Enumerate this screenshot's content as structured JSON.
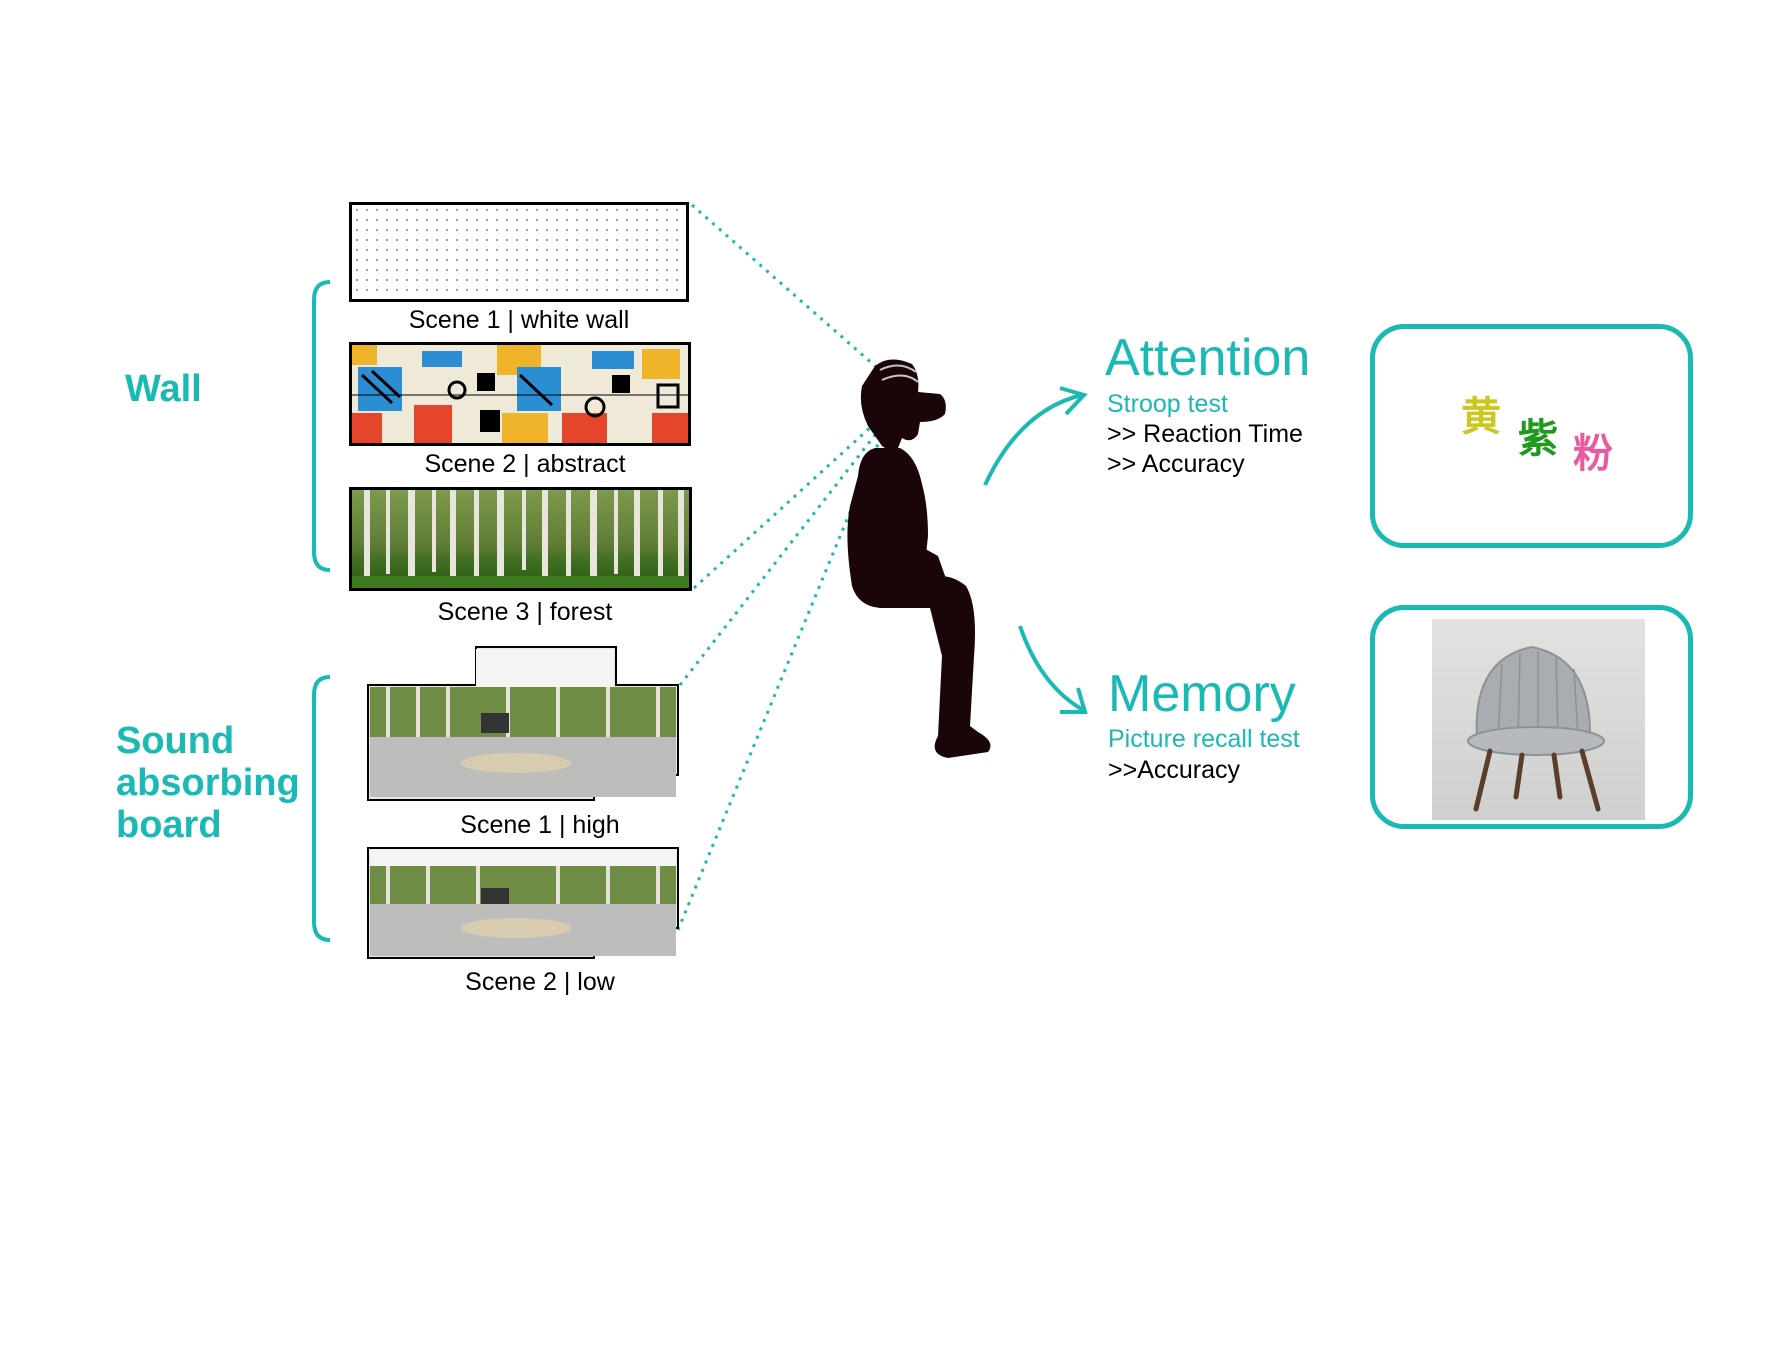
{
  "colors": {
    "accent": "#1ab9b3",
    "silhouette": "#1a0508"
  },
  "groups": {
    "wall": "Wall",
    "sound": "Sound absorbing board"
  },
  "wall_scenes": [
    {
      "caption": "Scene 1 | white wall"
    },
    {
      "caption": "Scene 2 | abstract"
    },
    {
      "caption": "Scene 3 | forest"
    }
  ],
  "board_scenes": [
    {
      "caption": "Scene 1 | high"
    },
    {
      "caption": "Scene 2 | low"
    }
  ],
  "attention": {
    "title": "Attention",
    "test": "Stroop test",
    "metrics": [
      ">> Reaction Time",
      ">> Accuracy"
    ],
    "stroop_words": [
      {
        "char": "黄",
        "color": "#cbc620"
      },
      {
        "char": "紫",
        "color": "#1f9a1f"
      },
      {
        "char": "粉",
        "color": "#ea5a9e"
      }
    ]
  },
  "memory": {
    "title": "Memory",
    "test": "Picture recall test",
    "metrics": [
      ">>Accuracy"
    ]
  }
}
